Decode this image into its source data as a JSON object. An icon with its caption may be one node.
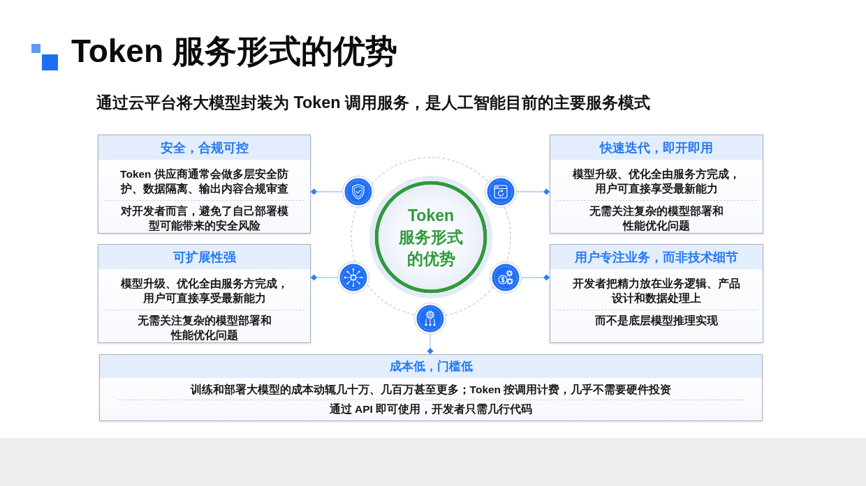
{
  "diagram": {
    "title": "Token 服务形式的优势",
    "nodes": [
      {
        "text": [
          "安全，合规可控",
          "Token 供应商通常会做多层安全防护、数据隔离、输出内容合规审查",
          "对开发者而言，避免了自己部署模型可能带来的安全风险"
        ]
      },
      {
        "text": [
          "快速迭代，即开即用",
          "模型升级、优化全由服务方完成，用户可直接享受最新能力",
          "无需关注复杂的模型部署和性能优化问题"
        ]
      },
      {
        "text": [
          "可扩展性强",
          "模型升级、优化全由服务方完成，用户可直接享受最新能力",
          "无需关注复杂的模型部署和性能优化问题"
        ]
      },
      {
        "text": [
          "用户专注业务，而非技术细节",
          "开发者把精力放在业务逻辑、产品设计和数据处理上",
          "而不是底层模型推理实现"
        ]
      },
      {
        "text": [
          "Token 服务形式的优势"
        ]
      },
      {
        "text": [],
        "shape": "circle"
      },
      {
        "text": [],
        "shape": "circle"
      },
      {
        "text": [],
        "shape": "circle"
      },
      {
        "text": [],
        "shape": "circle"
      },
      {
        "text": [],
        "shape": "circle"
      },
      {
        "text": [
          "成本低，门槛低",
          "训练和部署大模型的成本动辄几十万、几百万甚至更多；Token 按调用计费，几乎不需要硬件投资",
          "通过 API 即可使用，开发者只需几行代码"
        ]
      }
    ],
    "edges": [
      {
        "from": 5,
        "to": 0,
        "arrow": "other"
      },
      {
        "from": 6,
        "to": 1,
        "arrow": "other"
      },
      {
        "from": 7,
        "to": 2,
        "arrow": "other"
      },
      {
        "from": 8,
        "to": 3,
        "arrow": "other"
      },
      {
        "from": 9,
        "to": 10,
        "arrow": "other"
      }
    ],
    "labels": [
      "通过云平台将大模型封装为 **Token 调用服务**，是人工智能目前的主要服务模式"
    ]
  }
}
